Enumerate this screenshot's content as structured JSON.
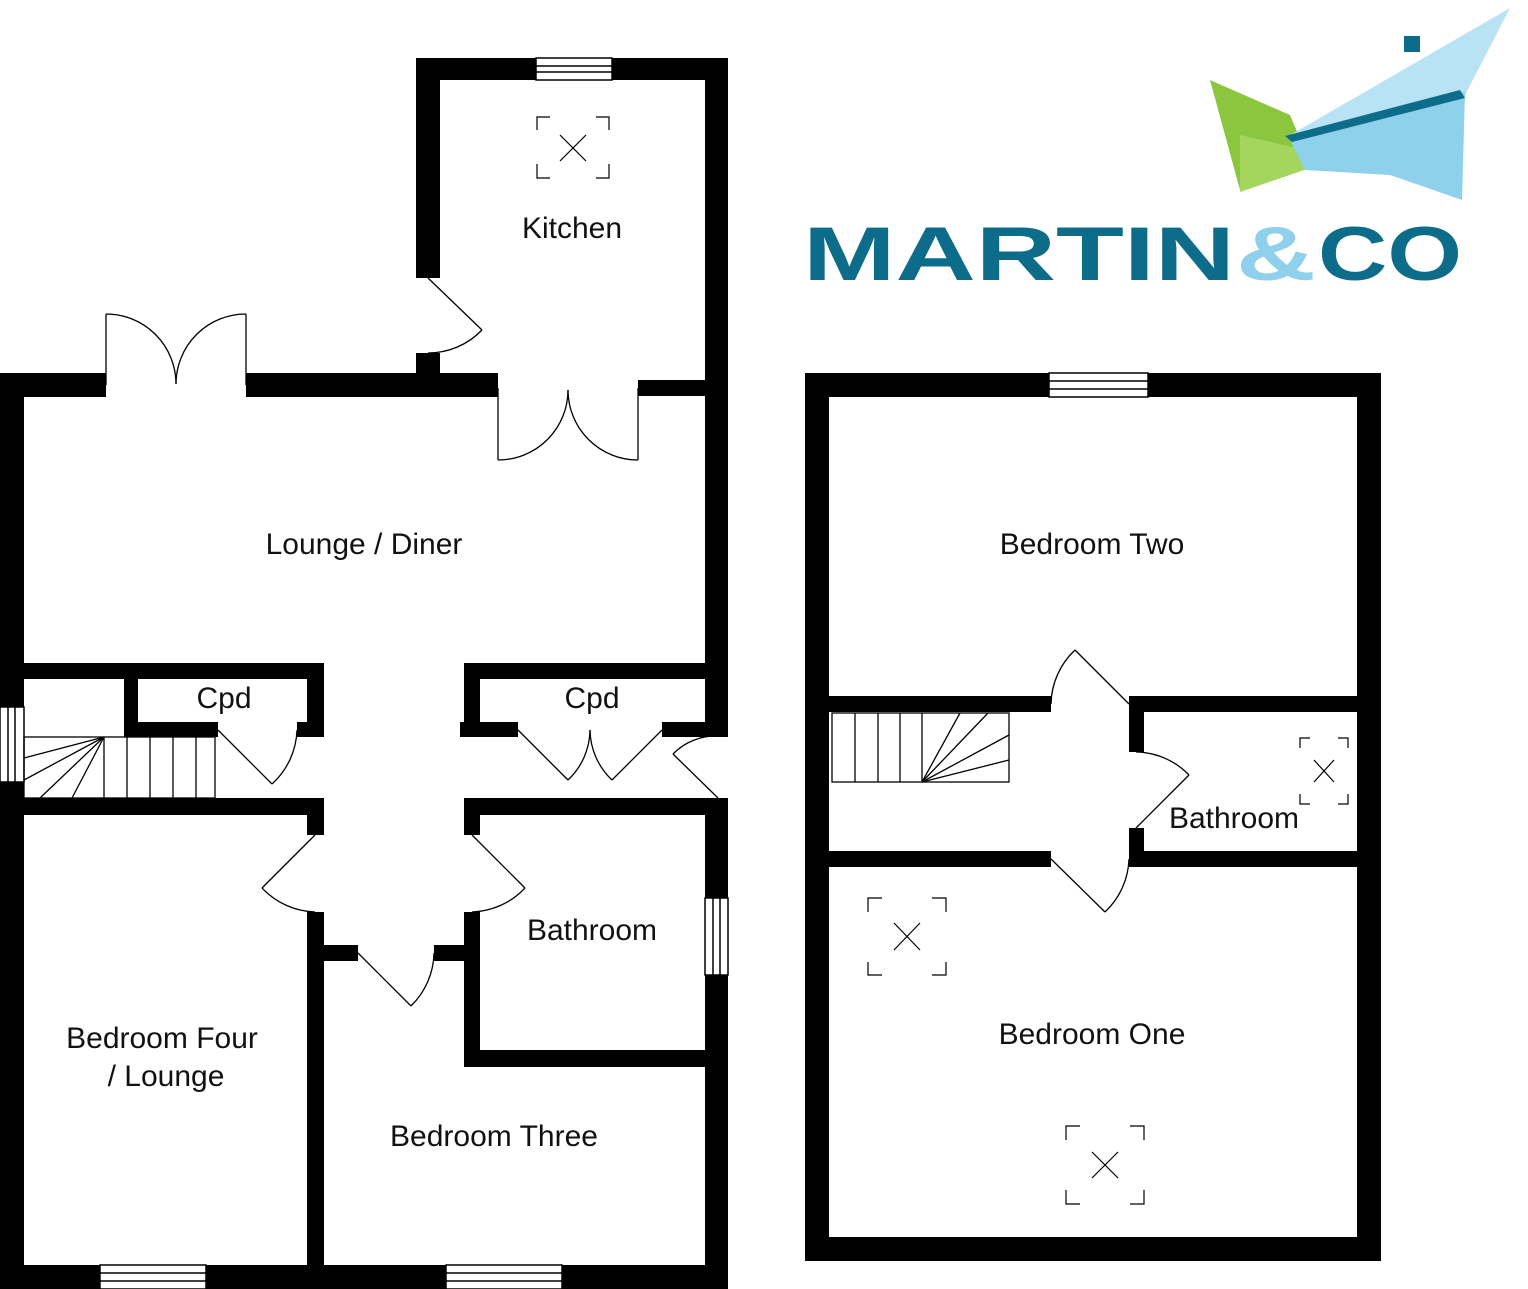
{
  "ground_floor": {
    "rooms": {
      "kitchen": "Kitchen",
      "lounge_diner": "Lounge / Diner",
      "cpd_left": "Cpd",
      "cpd_right": "Cpd",
      "bedroom_four_line1": "Bedroom Four",
      "bedroom_four_line2": "/ Lounge",
      "bathroom": "Bathroom",
      "bedroom_three": "Bedroom Three"
    }
  },
  "first_floor": {
    "rooms": {
      "bedroom_two": "Bedroom Two",
      "bathroom": "Bathroom",
      "bedroom_one": "Bedroom One"
    }
  },
  "logo": {
    "word1": "MARTIN",
    "amp": "&",
    "word2": "CO"
  },
  "colors": {
    "wall": "#000000",
    "brand_teal": "#0d6c8a",
    "brand_light_blue": "#8fd0ec",
    "brand_green": "#8cc63f"
  }
}
